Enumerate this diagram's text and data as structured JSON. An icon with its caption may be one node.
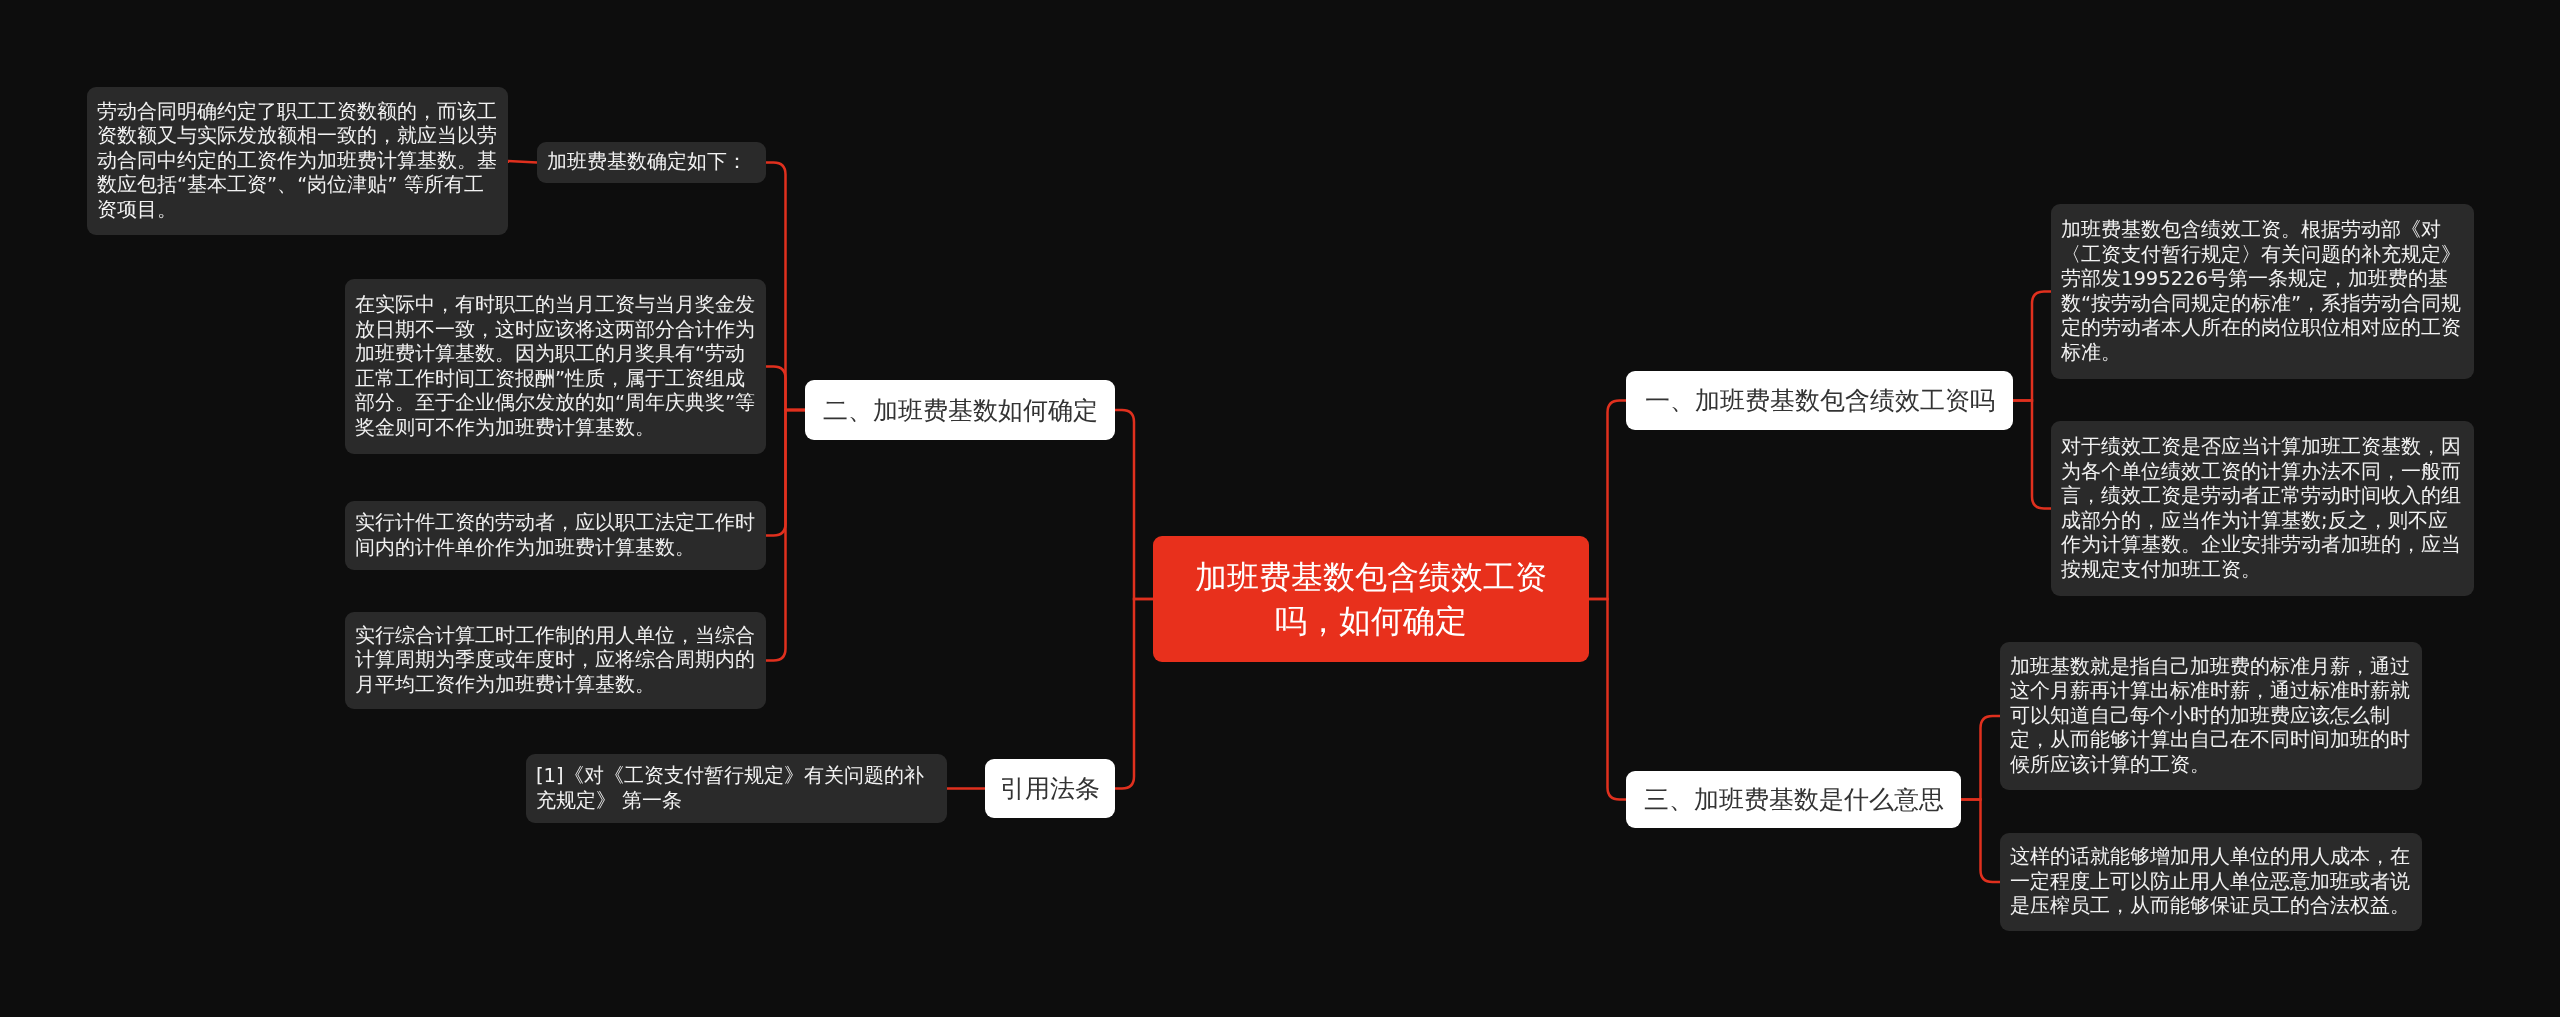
{
  "diagram": {
    "nodes": [
      {
        "text": [
          "加班费基数包含绩效工资吗，如何确定"
        ]
      },
      {
        "text": [
          "一、加班费基数包含绩效工资吗"
        ]
      },
      {
        "text": [
          "加班费基数包含绩效工资。根据劳动部《对〈工资支付暂行规定〉有关问题的补充规定》劳部发1995226号第一条规定，加班费的基数“按劳动合同规定的标准”，系指劳动合同规定的劳动者本人所在的岗位职位相对应的工资标准。"
        ]
      },
      {
        "text": [
          "对于绩效工资是否应当计算加班工资基数，因为各个单位绩效工资的计算办法不同，一般而言，绩效工资是劳动者正常劳动时间收入的组成部分的，应当作为计算基数;反之，则不应作为计算基数。企业安排劳动者加班的，应当按规定支付加班工资。"
        ]
      },
      {
        "text": [
          "三、加班费基数是什么意思"
        ]
      },
      {
        "text": [
          "加班基数就是指自己加班费的标准月薪，通过这个月薪再计算出标准时薪，通过标准时薪就可以知道自己每个小时的加班费应该怎么制定，从而能够计算出自己在不同时间加班的时候所应该计算的工资。"
        ]
      },
      {
        "text": [
          "这样的话就能够增加用人单位的用人成本，在一定程度上可以防止用人单位恶意加班或者说是压榨员工，从而能够保证员工的合法权益。"
        ]
      },
      {
        "text": [
          "二、加班费基数如何确定"
        ]
      },
      {
        "text": [
          "加班费基数确定如下："
        ]
      },
      {
        "text": [
          "劳动合同明确约定了职工工资数额的，而该工资数额又与实际发放额相一致的，就应当以劳动合同中约定的工资作为加班费计算基数。基数应包括“基本工资”、“岗位津贴” 等所有工资项目。"
        ]
      },
      {
        "text": [
          "在实际中，有时职工的当月工资与当月奖金发放日期不一致，这时应该将这两部分合计作为加班费计算基数。因为职工的月奖具有“劳动正常工作时间工资报酬”性质，属于工资组成部分。至于企业偶尔发放的如“周年庆典奖”等奖金则可不作为加班费计算基数。"
        ]
      },
      {
        "text": [
          "实行计件工资的劳动者，应以职工法定工作时间内的计件单价作为加班费计算基数。"
        ]
      },
      {
        "text": [
          "实行综合计算工时工作制的用人单位，当综合计算周期为季度或年度时，应将综合周期内的月平均工资作为加班费计算基数。"
        ]
      },
      {
        "text": [
          "引用法条"
        ]
      },
      {
        "text": [
          "[1]《对《工资支付暂行规定》有关问题的补充规定》 第一条"
        ]
      }
    ],
    "edges": [
      {
        "from": 0,
        "to": 1,
        "arrow": "none"
      },
      {
        "from": 1,
        "to": 2,
        "arrow": "none"
      },
      {
        "from": 1,
        "to": 3,
        "arrow": "none"
      },
      {
        "from": 0,
        "to": 4,
        "arrow": "none"
      },
      {
        "from": 4,
        "to": 5,
        "arrow": "none"
      },
      {
        "from": 4,
        "to": 6,
        "arrow": "none"
      },
      {
        "from": 0,
        "to": 7,
        "arrow": "none"
      },
      {
        "from": 7,
        "to": 8,
        "arrow": "none"
      },
      {
        "from": 8,
        "to": 9,
        "arrow": "none"
      },
      {
        "from": 7,
        "to": 10,
        "arrow": "none"
      },
      {
        "from": 7,
        "to": 11,
        "arrow": "none"
      },
      {
        "from": 7,
        "to": 12,
        "arrow": "none"
      },
      {
        "from": 0,
        "to": 13,
        "arrow": "none"
      },
      {
        "from": 13,
        "to": 14,
        "arrow": "none"
      }
    ]
  }
}
